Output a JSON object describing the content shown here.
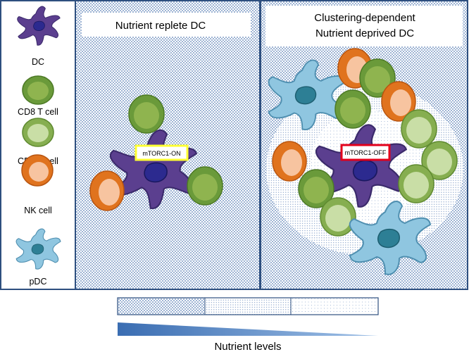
{
  "legend": {
    "dc_label": "DC",
    "cd8_label": "CD8 T cell",
    "cd4_label": "CD4 T cell",
    "nk_label": "NK cell",
    "pdc_label": "pDC"
  },
  "left_panel": {
    "title": "Nutrient replete DC",
    "status_tag": "mTORC1-ON"
  },
  "right_panel": {
    "title_line1": "Clustering-dependent",
    "title_line2": "Nutrient deprived DC",
    "status_tag": "mTORC1-OFF"
  },
  "nutrient_scale": {
    "label": "Nutrient levels"
  },
  "colors": {
    "border_blue": "#2e4f7f",
    "dc_purple": "#5b3f8f",
    "dc_nucleus": "#2c2a8f",
    "cd8_green": "#6a9a3a",
    "cd8_inner": "#8fb44f",
    "cd4_green": "#86ae50",
    "cd4_inner": "#c9dea6",
    "nk_orange": "#e0731e",
    "nk_inner": "#f7c4a0",
    "pdc_blue": "#8fc6e0",
    "pdc_nucleus": "#2d7f95",
    "tag_on": "#ffff33",
    "tag_off": "#e3001b",
    "wedge_blue": "#3f74b8"
  }
}
